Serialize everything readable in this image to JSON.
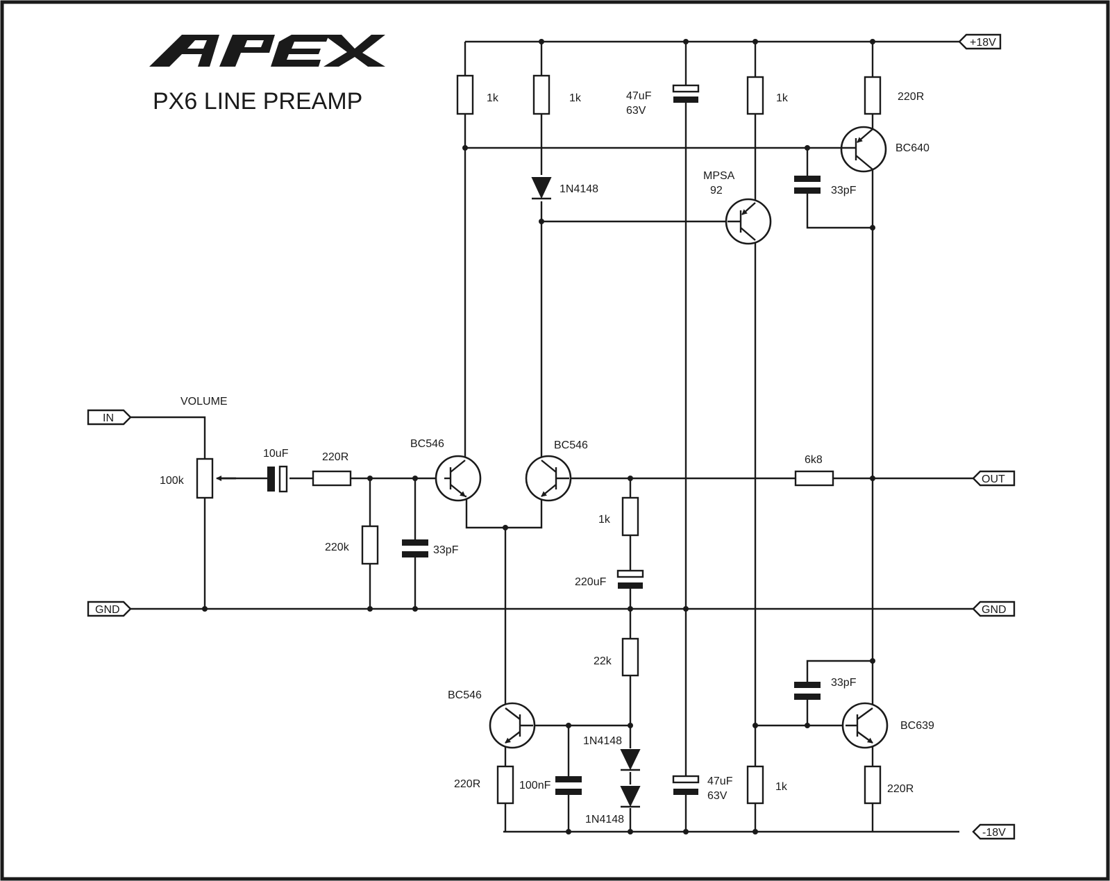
{
  "logo": {
    "text": "APEX"
  },
  "title": "PX6 LINE PREAMP",
  "ports": {
    "in": "IN",
    "gnd_left": "GND",
    "gnd_right": "GND",
    "out": "OUT",
    "vplus": "+18V",
    "vminus": "-18V"
  },
  "components": {
    "volume_label": "VOLUME",
    "volume_value": "100k",
    "c_in": "10uF",
    "r_in": "220R",
    "r_bias": "220k",
    "c_in_filter": "33pF",
    "q1": "BC546",
    "q2": "BC546",
    "q3": "BC546",
    "r_top1": "1k",
    "r_top2": "1k",
    "c_plus_value": "47uF",
    "c_plus_voltage": "63V",
    "r_top3": "1k",
    "r_top4": "220R",
    "q_bc640": "BC640",
    "d_top": "1N4148",
    "q_mpsa_line1": "MPSA",
    "q_mpsa_line2": "92",
    "c_comp_top": "33pF",
    "r_feedback": "6k8",
    "r_fb_gnd": "1k",
    "c_fb_gnd": "220uF",
    "r_22k": "22k",
    "d_bot1": "1N4148",
    "d_bot2": "1N4148",
    "c_100n": "100nF",
    "r_q3_emitter": "220R",
    "c_minus_value": "47uF",
    "c_minus_voltage": "63V",
    "r_bot_1k": "1k",
    "c_comp_bot": "33pF",
    "q_bc639": "BC639",
    "r_bot_220": "220R"
  }
}
